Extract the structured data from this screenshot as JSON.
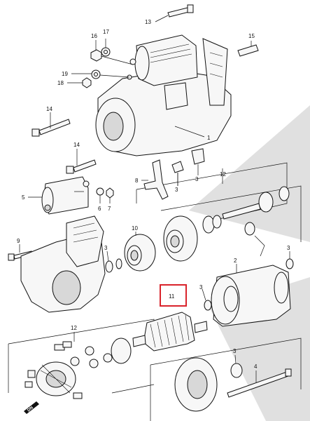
{
  "callouts": {
    "c13": "13",
    "c16": "16",
    "c17": "17",
    "c15": "15",
    "c19": "19",
    "c18": "18",
    "c14a": "14",
    "c1": "1",
    "c14b": "14",
    "c8": "8",
    "c3a": "3",
    "c3b": "3",
    "c12a": "12",
    "c5": "5",
    "c6": "6",
    "c7": "7",
    "c9": "9",
    "c10": "10",
    "c3c": "3",
    "c2": "2",
    "c3d": "3",
    "c11": "11",
    "c3e": "3",
    "c12b": "12",
    "c3f": "3",
    "c4": "4"
  },
  "direction_label": "DN",
  "colors": {
    "highlight_box": "#d9232b",
    "watermark": "#b8b8b8",
    "line": "#111111"
  },
  "highlighted_part": "11"
}
